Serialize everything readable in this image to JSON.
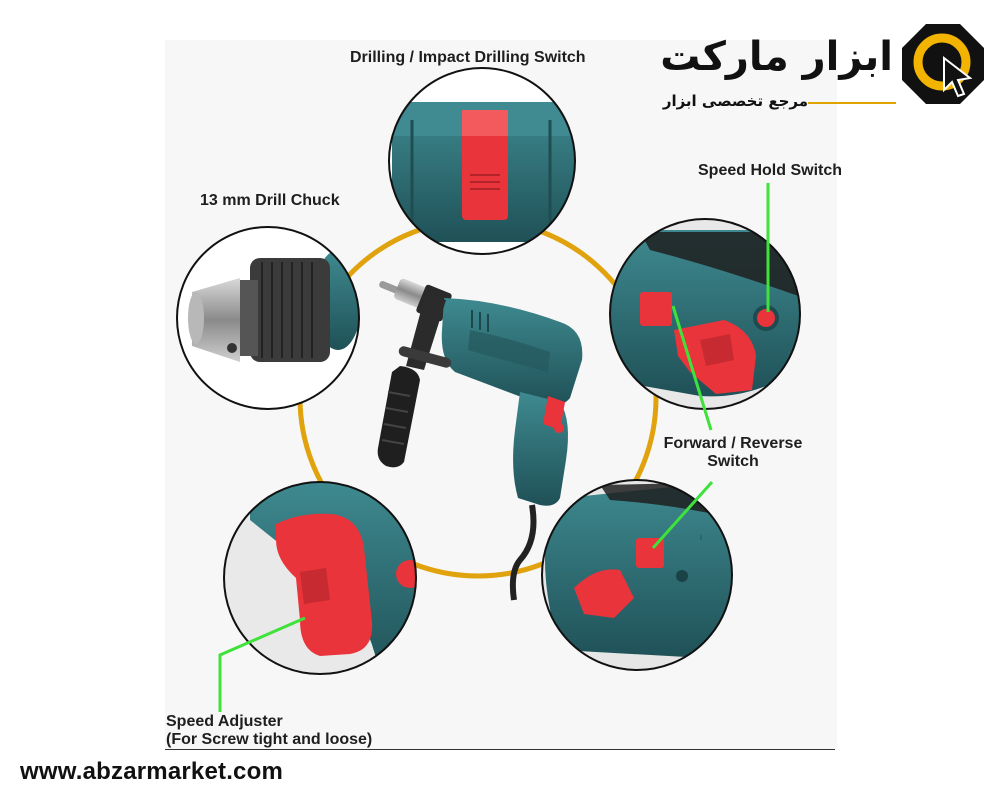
{
  "brand": {
    "name": "ابزار مارکت",
    "tagline": "مرجع تخصصی ابزار",
    "accent": "#f2b400"
  },
  "labels": {
    "drilling_switch": "Drilling / Impact Drilling Switch",
    "drill_chuck": "13 mm Drill Chuck",
    "speed_hold": "Speed Hold Switch",
    "forward_reverse_1": "Forward / Reverse",
    "forward_reverse_2": "Switch",
    "speed_adjuster_1": "Speed Adjuster",
    "speed_adjuster_2": "(For Screw tight and loose)"
  },
  "website": "www.abzarmarket.com",
  "colors": {
    "body_teal": "#2e6a70",
    "switch_red": "#e8343a",
    "ring_gold": "#e0a30e",
    "callout_green": "#3fe23a"
  }
}
